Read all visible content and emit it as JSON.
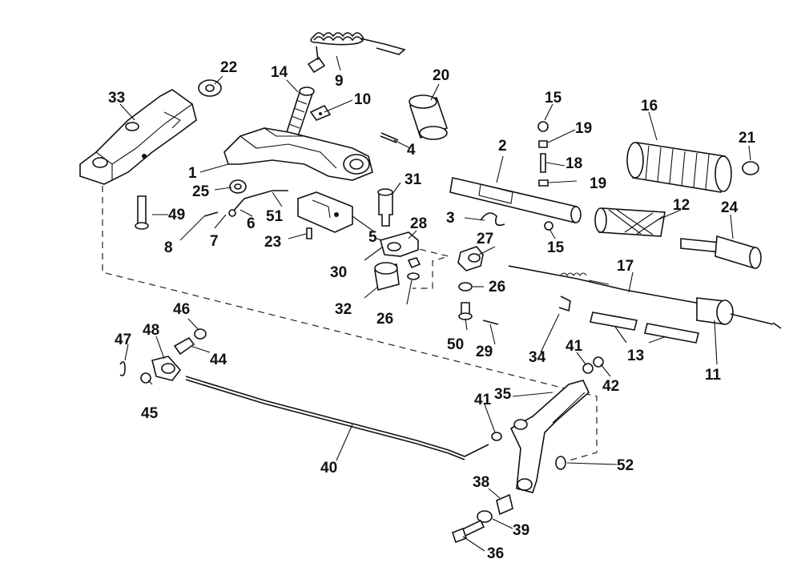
{
  "callouts": [
    {
      "id": "1",
      "text": "1"
    },
    {
      "id": "2",
      "text": "2"
    },
    {
      "id": "3",
      "text": "3"
    },
    {
      "id": "4",
      "text": "4"
    },
    {
      "id": "5",
      "text": "5"
    },
    {
      "id": "6",
      "text": "6"
    },
    {
      "id": "7",
      "text": "7"
    },
    {
      "id": "8",
      "text": "8"
    },
    {
      "id": "9",
      "text": "9"
    },
    {
      "id": "10",
      "text": "10"
    },
    {
      "id": "11",
      "text": "11"
    },
    {
      "id": "12",
      "text": "12"
    },
    {
      "id": "13",
      "text": "13"
    },
    {
      "id": "14",
      "text": "14"
    },
    {
      "id": "15a",
      "text": "15"
    },
    {
      "id": "15b",
      "text": "15"
    },
    {
      "id": "16",
      "text": "16"
    },
    {
      "id": "17",
      "text": "17"
    },
    {
      "id": "18",
      "text": "18"
    },
    {
      "id": "19a",
      "text": "19"
    },
    {
      "id": "19b",
      "text": "19"
    },
    {
      "id": "20",
      "text": "20"
    },
    {
      "id": "21",
      "text": "21"
    },
    {
      "id": "22",
      "text": "22"
    },
    {
      "id": "23",
      "text": "23"
    },
    {
      "id": "24",
      "text": "24"
    },
    {
      "id": "25",
      "text": "25"
    },
    {
      "id": "26a",
      "text": "26"
    },
    {
      "id": "26b",
      "text": "26"
    },
    {
      "id": "27",
      "text": "27"
    },
    {
      "id": "28",
      "text": "28"
    },
    {
      "id": "29",
      "text": "29"
    },
    {
      "id": "30",
      "text": "30"
    },
    {
      "id": "31",
      "text": "31"
    },
    {
      "id": "32",
      "text": "32"
    },
    {
      "id": "33",
      "text": "33"
    },
    {
      "id": "34",
      "text": "34"
    },
    {
      "id": "35",
      "text": "35"
    },
    {
      "id": "36",
      "text": "36"
    },
    {
      "id": "38",
      "text": "38"
    },
    {
      "id": "39",
      "text": "39"
    },
    {
      "id": "40",
      "text": "40"
    },
    {
      "id": "41a",
      "text": "41"
    },
    {
      "id": "41b",
      "text": "41"
    },
    {
      "id": "42",
      "text": "42"
    },
    {
      "id": "44",
      "text": "44"
    },
    {
      "id": "45",
      "text": "45"
    },
    {
      "id": "46",
      "text": "46"
    },
    {
      "id": "47",
      "text": "47"
    },
    {
      "id": "48",
      "text": "48"
    },
    {
      "id": "49",
      "text": "49"
    },
    {
      "id": "50",
      "text": "50"
    },
    {
      "id": "51",
      "text": "51"
    },
    {
      "id": "52",
      "text": "52"
    }
  ]
}
